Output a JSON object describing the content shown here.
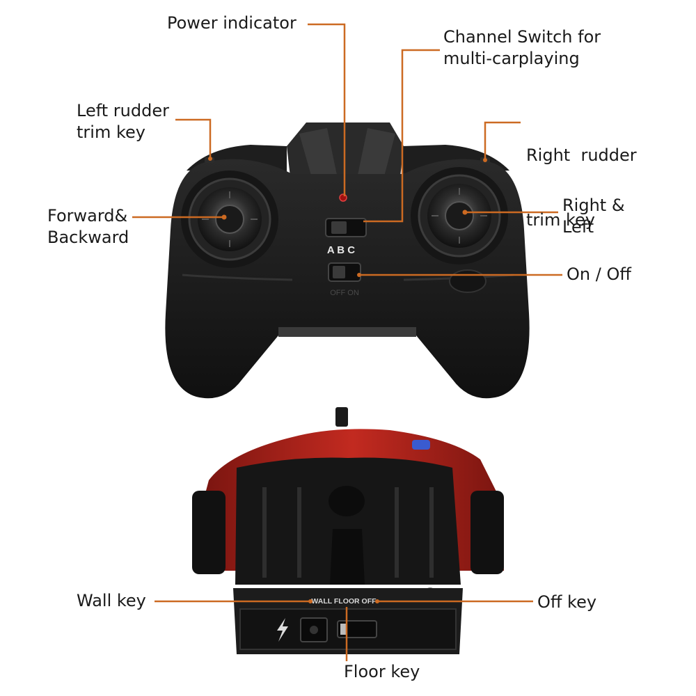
{
  "labels": {
    "power_indicator": "Power indicator",
    "channel_switch": [
      "Channel Switch for",
      "multi-carplaying"
    ],
    "left_rudder_trim": [
      "Left rudder",
      "trim key"
    ],
    "right_rudder_trim": [
      "Right  rudder",
      "trim key"
    ],
    "forward_backward": [
      "Forward&",
      "Backward"
    ],
    "right_left": [
      "Right &",
      "Left"
    ],
    "on_off": "On / Off",
    "wall_key": "Wall key",
    "off_key": "Off key",
    "floor_key": "Floor key"
  },
  "controller_print": {
    "channels": "A B C",
    "power_switch": "OFF  ON"
  },
  "car_print": {
    "mode_switch": "WALL FLOOR OFF"
  },
  "colors": {
    "leader_line": "#cc6a22",
    "controller_body": "#1b1b1b",
    "car_shell": "#b8261f"
  }
}
